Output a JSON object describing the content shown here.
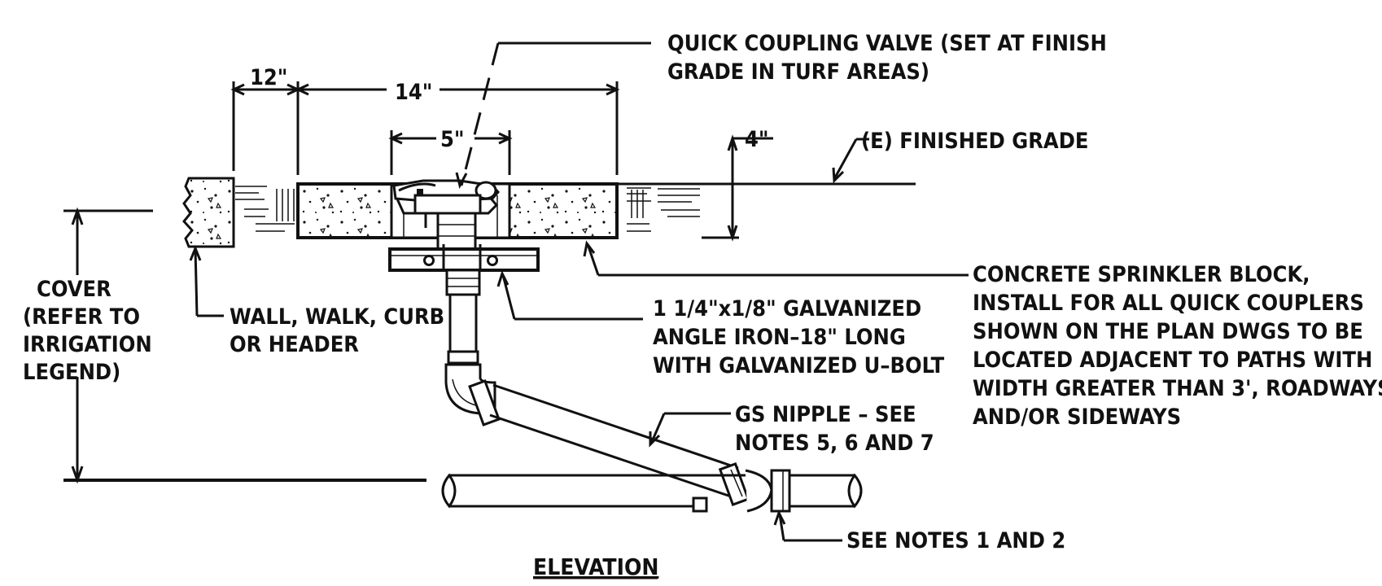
{
  "drawing": {
    "title": "ELEVATION",
    "callouts": {
      "quick_coupling_valve": [
        "QUICK COUPLING VALVE (SET AT FINISH",
        "GRADE IN TURF AREAS)"
      ],
      "finished_grade": "(E) FINISHED GRADE",
      "concrete_block": [
        "CONCRETE SPRINKLER BLOCK,",
        "INSTALL FOR ALL QUICK COUPLERS",
        "SHOWN ON THE PLAN DWGS TO BE",
        "LOCATED ADJACENT TO PATHS WITH",
        "WIDTH GREATER THAN 3', ROADWAYS",
        "AND/OR SIDEWAYS"
      ],
      "angle_iron": [
        "1 1/4\"x1/8\" GALVANIZED",
        "ANGLE IRON–18\" LONG",
        "WITH GALVANIZED U–BOLT"
      ],
      "wall": [
        "WALL, WALK, CURB",
        "OR HEADER"
      ],
      "cover": [
        "COVER",
        "(REFER TO",
        "IRRIGATION",
        "LEGEND)"
      ],
      "gs_nipple": [
        "GS NIPPLE – SEE",
        "NOTES 5, 6 AND 7"
      ],
      "see_notes": "SEE NOTES 1 AND 2"
    },
    "dimensions": {
      "d12": "12\"",
      "d14": "14\"",
      "d5": "5\"",
      "d4": "4\""
    }
  }
}
